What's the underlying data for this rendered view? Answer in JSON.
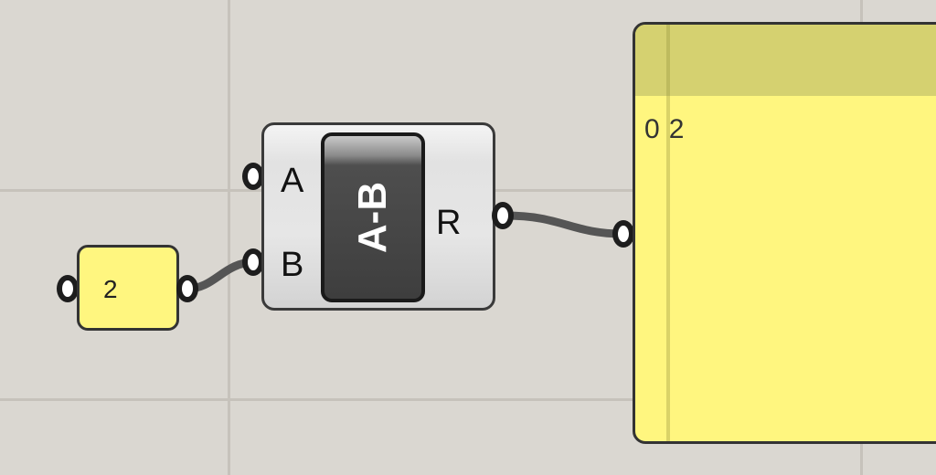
{
  "number_panel": {
    "value": "2"
  },
  "component": {
    "nickname": "A-B",
    "inputs": [
      "A",
      "B"
    ],
    "output": "R"
  },
  "result_panel": {
    "rows": [
      {
        "index": "0",
        "value": "2"
      }
    ]
  },
  "colors": {
    "canvas": "#dad7d1",
    "grid": "#c6c2bb",
    "panel": "#fff67f",
    "panel_header": "#d5d170",
    "wire": "#555555",
    "component_core": "#3e3e3e"
  }
}
